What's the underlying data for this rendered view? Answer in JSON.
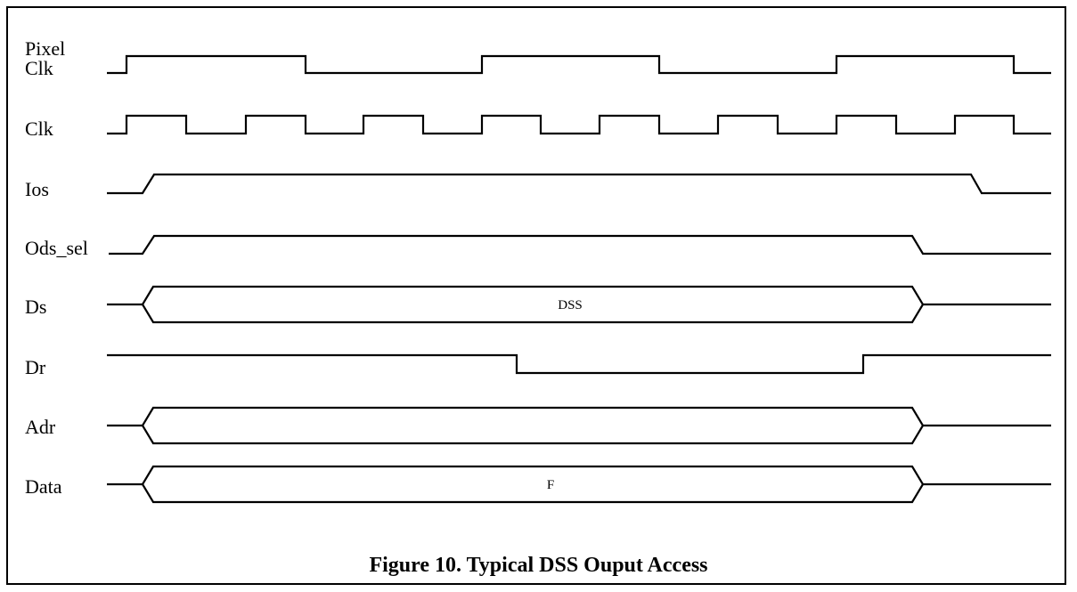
{
  "signals": [
    {
      "id": "pixel-clk",
      "label_line1": "Pixel",
      "label_line2": "Clk"
    },
    {
      "id": "clk",
      "label": "Clk"
    },
    {
      "id": "ios",
      "label": "Ios"
    },
    {
      "id": "ods-sel",
      "label": "Ods_sel"
    },
    {
      "id": "ds",
      "label": "Ds",
      "bus_text": "DSS"
    },
    {
      "id": "dr",
      "label": "Dr"
    },
    {
      "id": "adr",
      "label": "Adr"
    },
    {
      "id": "data",
      "label": "Data",
      "bus_text": "F"
    }
  ],
  "caption": "Figure 10. Typical DSS Ouput Access"
}
